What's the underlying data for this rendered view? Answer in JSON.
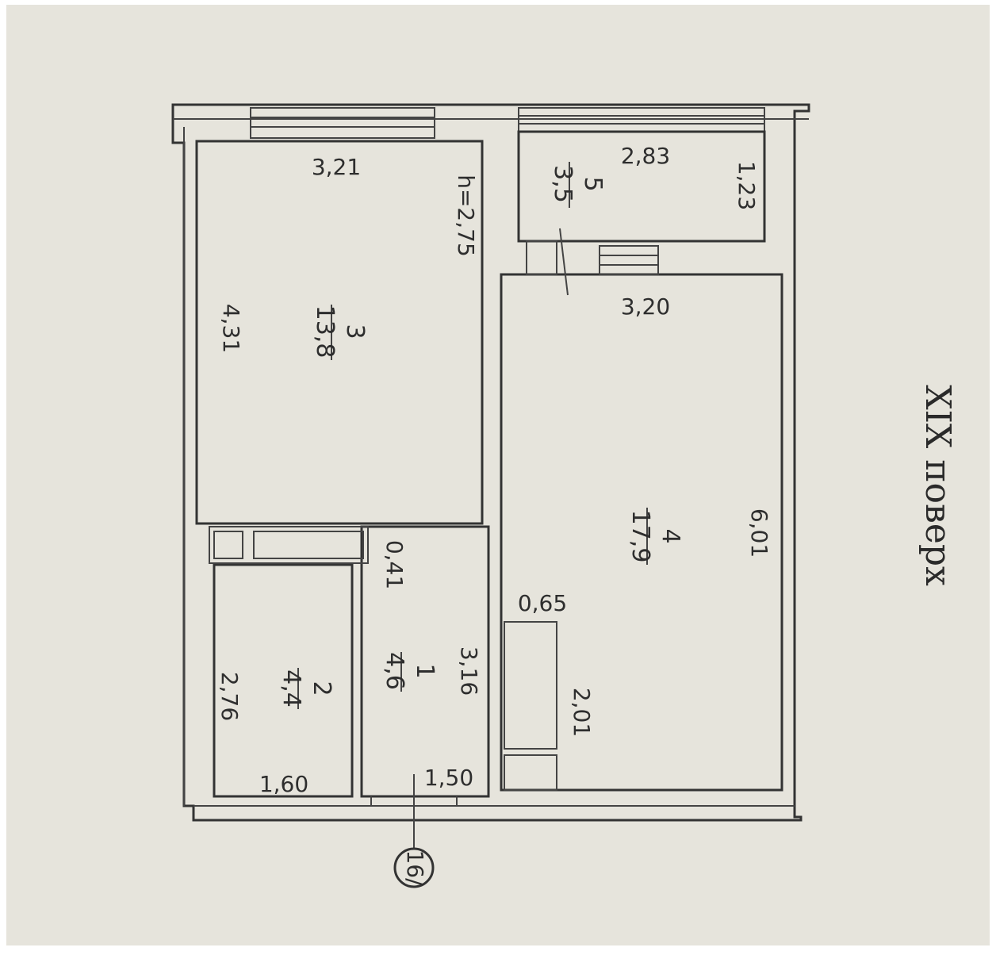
{
  "plan": {
    "floor_label": "XIX поверх",
    "axis_marker": "16/",
    "rooms": [
      {
        "id": "1",
        "number": "1",
        "area": "4,6"
      },
      {
        "id": "2",
        "number": "2",
        "area": "4,4"
      },
      {
        "id": "3",
        "number": "3",
        "area": "13,8"
      },
      {
        "id": "4",
        "number": "4",
        "area": "17,9"
      },
      {
        "id": "5",
        "number": "5",
        "area": "3,5"
      }
    ],
    "ceiling_height": "h=2,75",
    "dimensions": {
      "d321": "3,21",
      "d431": "4,31",
      "d283": "2,83",
      "d123": "1,23",
      "d320": "3,20",
      "d601": "6,01",
      "d041": "0,41",
      "d065": "0,65",
      "d316": "3,16",
      "d201": "2,01",
      "d276": "2,76",
      "d160": "1,60",
      "d150": "1,50"
    }
  }
}
